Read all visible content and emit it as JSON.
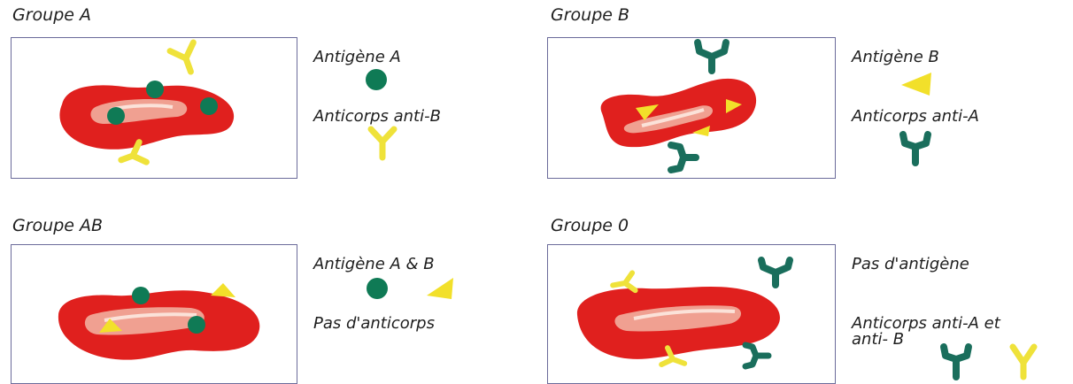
{
  "groups": {
    "a": {
      "title": "Groupe A",
      "antigen_label": "Antigène A",
      "antibody_label": "Anticorps anti-B"
    },
    "b": {
      "title": "Groupe B",
      "antigen_label": "Antigène B",
      "antibody_label": "Anticorps anti-A"
    },
    "ab": {
      "title": "Groupe AB",
      "antigen_label": "Antigène A & B",
      "antibody_label": "Pas d'anticorps"
    },
    "o": {
      "title": "Groupe 0",
      "antigen_label": "Pas d'antigène",
      "antibody_label_line1": "Anticorps anti-A et",
      "antibody_label_line2": "anti- B"
    }
  },
  "colors": {
    "cell_red": "#e0201e",
    "cell_center": "#f2a99a",
    "antigen_a_green": "#0f7a55",
    "antigen_b_yellow": "#f2e02a",
    "antibody_teal": "#1a6e5c",
    "antibody_yellow": "#efe23a",
    "panel_border": "#6b6b9a"
  },
  "icons": {
    "antigen_a": "green-circle",
    "antigen_b": "yellow-triangle",
    "antibody": "y-shape"
  }
}
